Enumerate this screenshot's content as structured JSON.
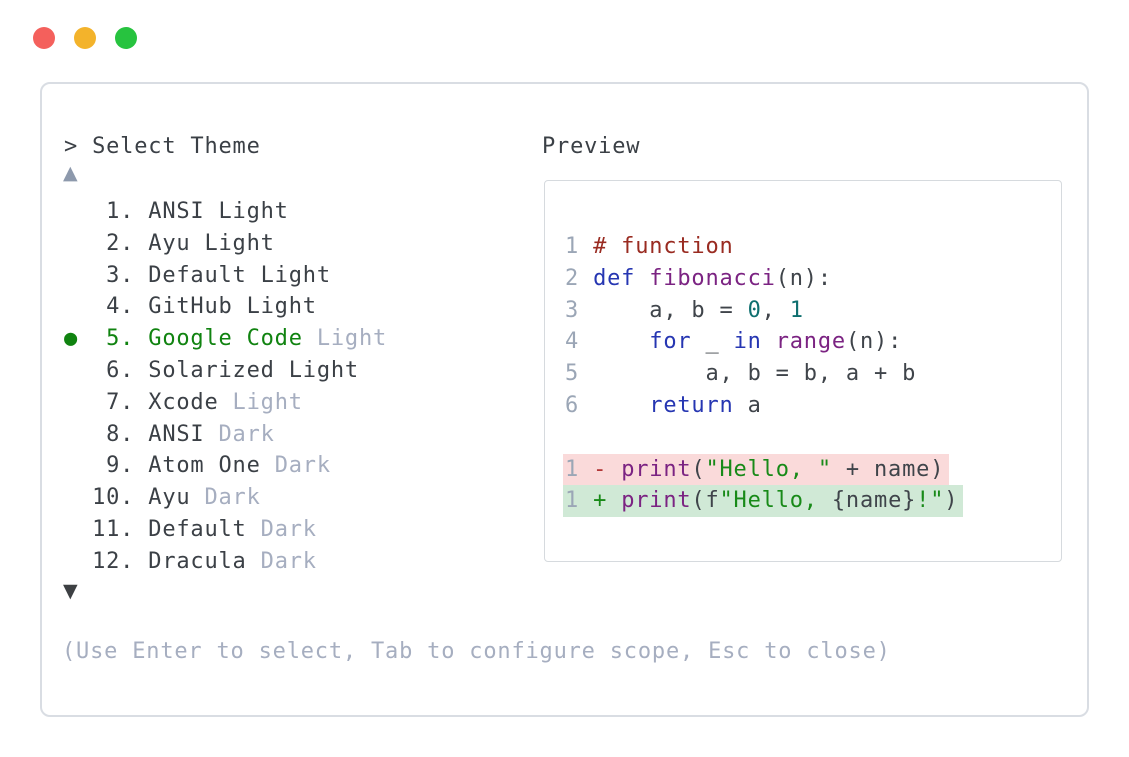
{
  "window": {
    "controls": [
      {
        "name": "close",
        "color": "#f4605c"
      },
      {
        "name": "minimize",
        "color": "#f3b32b"
      },
      {
        "name": "maximize",
        "color": "#27c33f"
      }
    ]
  },
  "dialog": {
    "prompt": "> Select Theme",
    "scroll_up_indicator": "▲",
    "scroll_down_indicator": "▼",
    "selected_indicator": "●",
    "help_text": "(Use Enter to select, Tab to configure scope, Esc to close)",
    "items": [
      {
        "number": "1.",
        "primary": "ANSI Light",
        "secondary": "",
        "selected": false
      },
      {
        "number": "2.",
        "primary": "Ayu Light",
        "secondary": "",
        "selected": false
      },
      {
        "number": "3.",
        "primary": "Default Light",
        "secondary": "",
        "selected": false
      },
      {
        "number": "4.",
        "primary": "GitHub Light",
        "secondary": "",
        "selected": false
      },
      {
        "number": "5.",
        "primary": "Google Code",
        "secondary": "Light",
        "selected": true
      },
      {
        "number": "6.",
        "primary": "Solarized Light",
        "secondary": "",
        "selected": false
      },
      {
        "number": "7.",
        "primary": "Xcode",
        "secondary": "Light",
        "selected": false
      },
      {
        "number": "8.",
        "primary": "ANSI",
        "secondary": "Dark",
        "selected": false
      },
      {
        "number": "9.",
        "primary": "Atom One",
        "secondary": "Dark",
        "selected": false
      },
      {
        "number": "10.",
        "primary": "Ayu",
        "secondary": "Dark",
        "selected": false
      },
      {
        "number": "11.",
        "primary": "Default",
        "secondary": "Dark",
        "selected": false
      },
      {
        "number": "12.",
        "primary": "Dracula",
        "secondary": "Dark",
        "selected": false
      }
    ]
  },
  "preview": {
    "label": "Preview",
    "code_lines": [
      {
        "num": "1",
        "tokens": [
          {
            "c": "comment",
            "t": "# function"
          }
        ]
      },
      {
        "num": "2",
        "tokens": [
          {
            "c": "keyword",
            "t": "def"
          },
          {
            "c": "plain",
            "t": " "
          },
          {
            "c": "type",
            "t": "fibonacci"
          },
          {
            "c": "plain",
            "t": "(n):"
          }
        ]
      },
      {
        "num": "3",
        "tokens": [
          {
            "c": "plain",
            "t": "    a, b = "
          },
          {
            "c": "literal",
            "t": "0"
          },
          {
            "c": "plain",
            "t": ", "
          },
          {
            "c": "literal",
            "t": "1"
          }
        ]
      },
      {
        "num": "4",
        "tokens": [
          {
            "c": "plain",
            "t": "    "
          },
          {
            "c": "keyword",
            "t": "for"
          },
          {
            "c": "plain",
            "t": " _ "
          },
          {
            "c": "keyword",
            "t": "in"
          },
          {
            "c": "plain",
            "t": " "
          },
          {
            "c": "type",
            "t": "range"
          },
          {
            "c": "plain",
            "t": "(n):"
          }
        ]
      },
      {
        "num": "5",
        "tokens": [
          {
            "c": "plain",
            "t": "        a, b = b, a + b"
          }
        ]
      },
      {
        "num": "6",
        "tokens": [
          {
            "c": "plain",
            "t": "    "
          },
          {
            "c": "keyword",
            "t": "return"
          },
          {
            "c": "plain",
            "t": " a"
          }
        ]
      }
    ],
    "diff_lines": [
      {
        "num": "1",
        "kind": "removed",
        "tokens": [
          {
            "c": "removed",
            "t": "- "
          },
          {
            "c": "type",
            "t": "print"
          },
          {
            "c": "plain",
            "t": "("
          },
          {
            "c": "string",
            "t": "\"Hello, \""
          },
          {
            "c": "plain",
            "t": " + name)"
          }
        ]
      },
      {
        "num": "1",
        "kind": "added",
        "tokens": [
          {
            "c": "added",
            "t": "+ "
          },
          {
            "c": "type",
            "t": "print"
          },
          {
            "c": "plain",
            "t": "(f"
          },
          {
            "c": "string",
            "t": "\"Hello, "
          },
          {
            "c": "plain",
            "t": "{name}"
          },
          {
            "c": "string",
            "t": "!\""
          },
          {
            "c": "plain",
            "t": ")"
          }
        ]
      }
    ]
  },
  "colors": {
    "traffic_red": "#f4605c",
    "traffic_yellow": "#f3b32b",
    "traffic_green": "#27c33f",
    "panel_border": "#d9dde3",
    "preview_border": "#d6dade",
    "text_dark": "#3b4046",
    "text_muted": "#a6aec0",
    "selected_green": "#108310",
    "arrow_up": "#8d99ac",
    "arrow_down": "#3d4043",
    "lineno": "#9ba6b6",
    "comment": "#992b21",
    "keyword": "#2636b2",
    "type": "#7b2382",
    "literal": "#0e6f6f",
    "string": "#188a18",
    "plain": "#3f444a",
    "removed": "#b23636",
    "added": "#188a18",
    "removed_bg": "#fadada",
    "added_bg": "#d0e9d6"
  }
}
